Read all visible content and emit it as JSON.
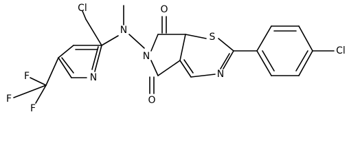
{
  "diagram": {
    "type": "chemical-structure",
    "atoms": {
      "cl_pyridine": "Cl",
      "n_amine": "N",
      "n_pyridine": "N",
      "f_top": "F",
      "f_left": "F",
      "f_bottom": "F",
      "n_imide": "N",
      "o_top": "O",
      "o_bottom": "O",
      "s_thiazine": "S",
      "n_thiazine": "N",
      "cl_phenyl": "Cl"
    }
  }
}
